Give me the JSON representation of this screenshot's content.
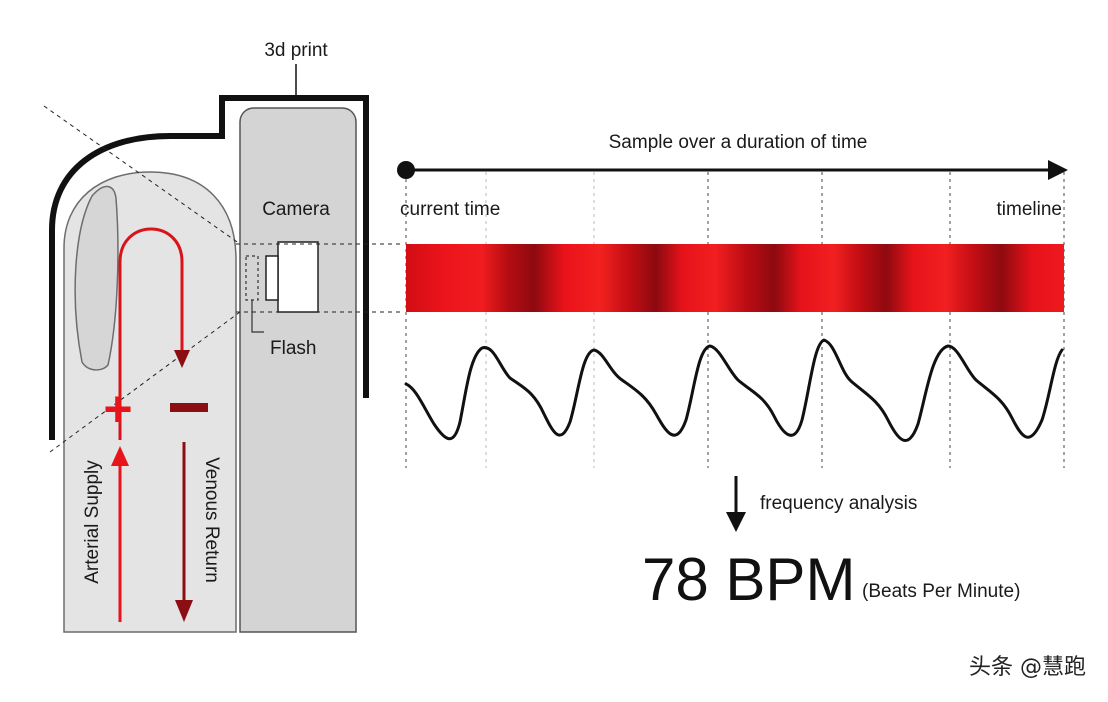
{
  "labels": {
    "print_3d": "3d print",
    "camera": "Camera",
    "flash": "Flash",
    "arterial_supply": "Arterial Supply",
    "venous_return": "Venous Return",
    "sample_duration": "Sample over a duration of time",
    "current_time": "current time",
    "timeline": "timeline",
    "frequency_analysis": "frequency analysis",
    "bpm_value": "78 BPM",
    "bpm_caption": "(Beats Per Minute)",
    "watermark": "头条 @慧跑"
  },
  "signs": {
    "plus": "+",
    "minus": "−"
  },
  "colors": {
    "artery_red": "#e8141b",
    "vein_red": "#8b0e12",
    "band_red": "#e50b14",
    "band_dark": "#8e0a10",
    "finger_fill": "#e4e4e4",
    "device_fill": "#d4d4d4",
    "outline": "#111111"
  },
  "icons": {
    "camera": "camera-icon",
    "flash": "flash-icon",
    "arrow": "arrow-icon"
  }
}
